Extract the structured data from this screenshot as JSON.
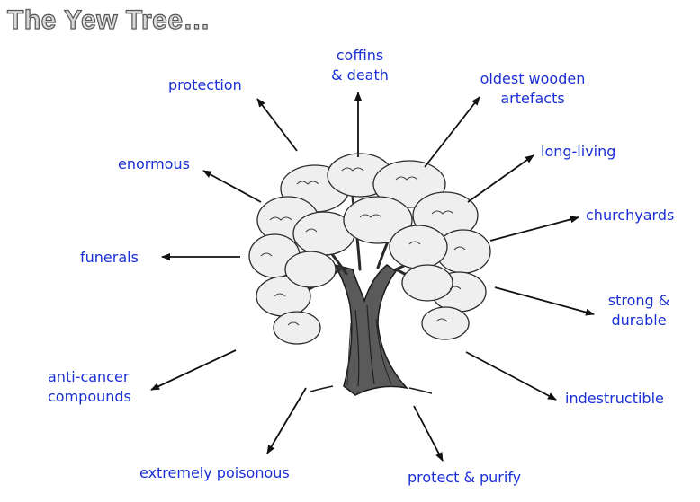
{
  "title": "The Yew Tree…",
  "labels": {
    "coffins": [
      "coffins",
      "& death"
    ],
    "protection": [
      "protection"
    ],
    "oldest": [
      "oldest wooden",
      "artefacts"
    ],
    "enormous": [
      "enormous"
    ],
    "long_living": [
      "long-living"
    ],
    "churchyards": [
      "churchyards"
    ],
    "funerals": [
      "funerals"
    ],
    "strong": [
      "strong &",
      "durable"
    ],
    "anti_cancer": [
      "anti-cancer",
      "compounds"
    ],
    "indestructible": [
      "indestructible"
    ],
    "poisonous": [
      "extremely poisonous"
    ],
    "protect": [
      "protect & purify"
    ]
  },
  "colors": {
    "label_text": "#1a2fd6",
    "arrow": "#111111",
    "title_fill": "#d9d9d9",
    "title_outline": "#555555"
  },
  "center_image": "yew-tree-illustration"
}
